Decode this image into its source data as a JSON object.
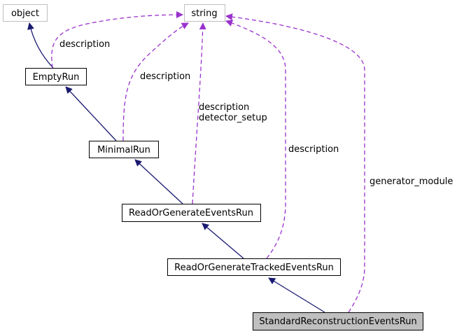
{
  "nodes": {
    "object": "object",
    "string": "string",
    "empty_run": "EmptyRun",
    "minimal_run": "MinimalRun",
    "read_or_generate": "ReadOrGenerateEventsRun",
    "read_or_generate_tracked": "ReadOrGenerateTrackedEventsRun",
    "standard_reconstruction": "StandardReconstructionEventsRun"
  },
  "edge_labels": {
    "empty_run_description": "description",
    "minimal_run_description": "description",
    "read_or_generate_description": "description",
    "read_or_generate_detector_setup": "detector_setup",
    "tracked_description": "description",
    "standard_generator_module": "generator_module"
  },
  "colors": {
    "inheritance": "#191970",
    "usage": "#9a32cd",
    "highlight_fill": "#bfbfbf"
  }
}
